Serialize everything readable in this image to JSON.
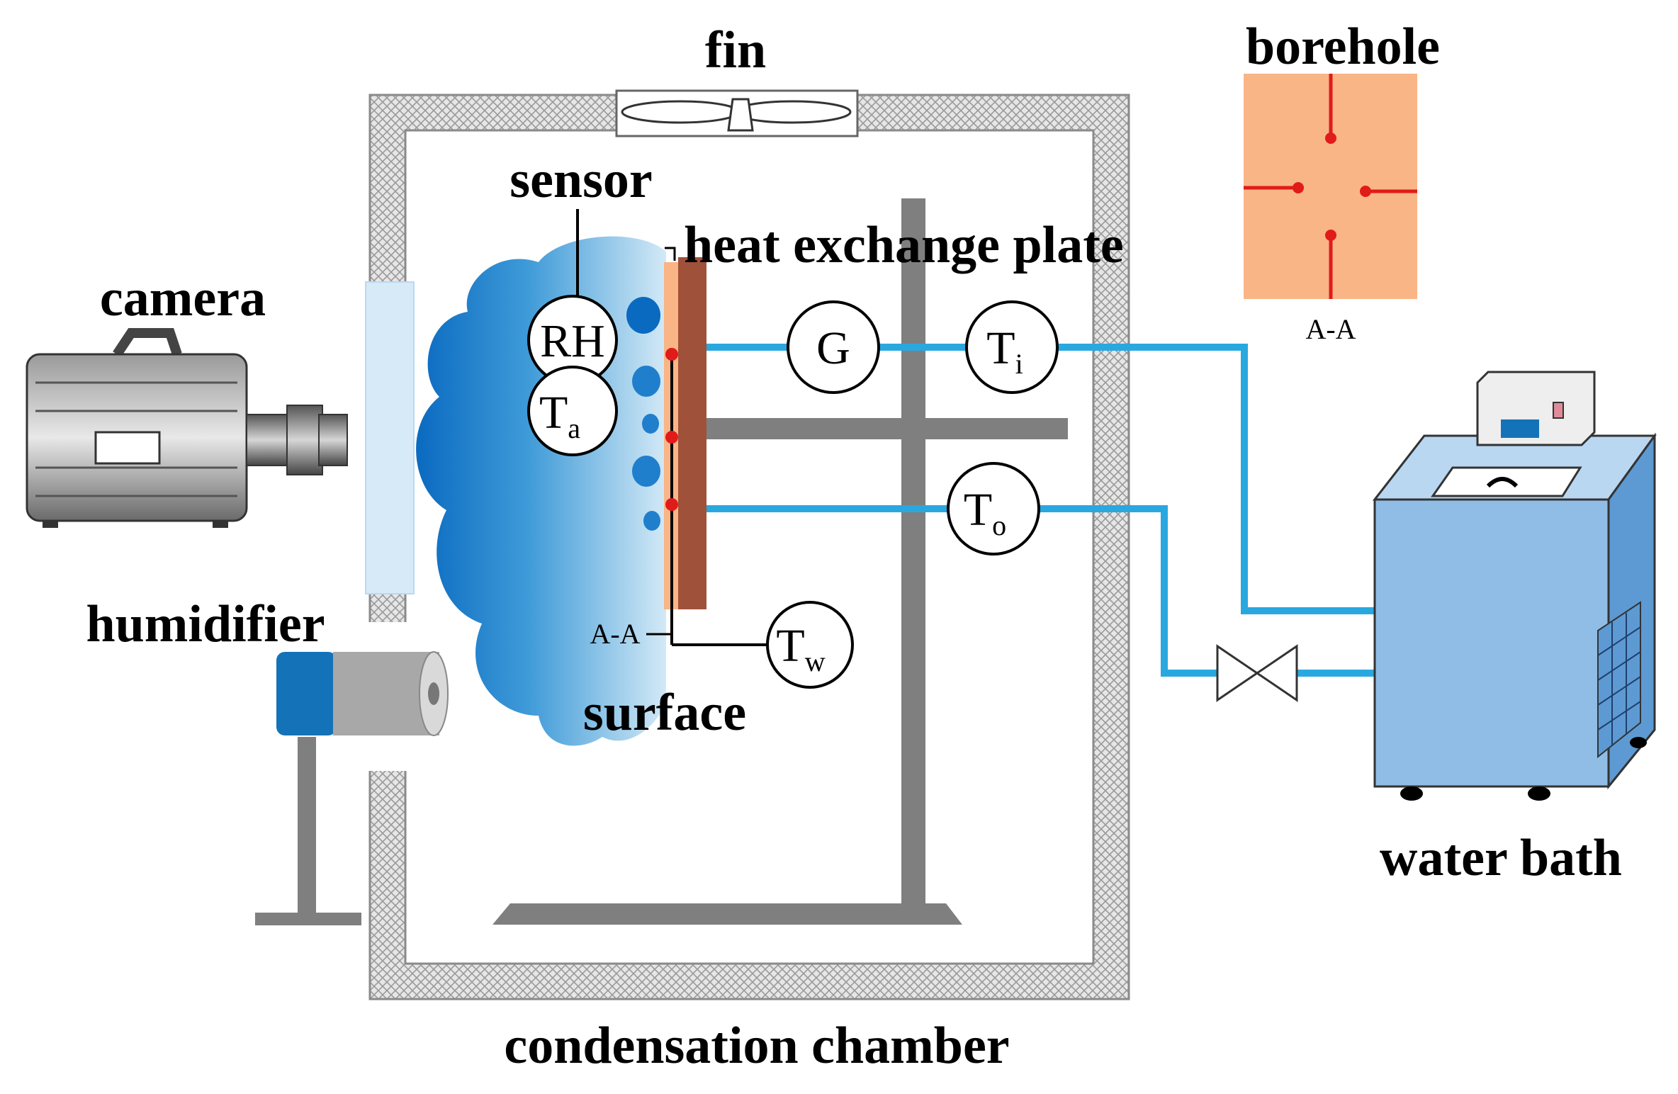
{
  "labels": {
    "fin": "fin",
    "borehole": "borehole",
    "sensor": "sensor",
    "heat_exchange_plate": "heat exchange plate",
    "camera": "camera",
    "humidifier": "humidifier",
    "surface": "surface",
    "water_bath": "water bath",
    "condensation_chamber": "condensation chamber",
    "section_mark_borehole": "A-A",
    "section_mark_plate": "A-A"
  },
  "instruments": {
    "rh": "RH",
    "ta_main": "T",
    "ta_sub": "a",
    "g": "G",
    "ti_main": "T",
    "ti_sub": "i",
    "to_main": "T",
    "to_sub": "o",
    "tw_main": "T",
    "tw_sub": "w"
  },
  "colors": {
    "pipe": "#29a8e0",
    "plate": "#a0513a",
    "plate_face": "#f9b585",
    "borehole_fill": "#f9b585",
    "borehole_lines": "#e11a1a",
    "support": "#7f7f7f",
    "wall_hatch": "#b8b8b8",
    "water_bath_body": "#8fbde6",
    "cloud_dark": "#0a6ac0",
    "cloud_light": "#cfe6f5",
    "window": "#d6eaf8"
  }
}
